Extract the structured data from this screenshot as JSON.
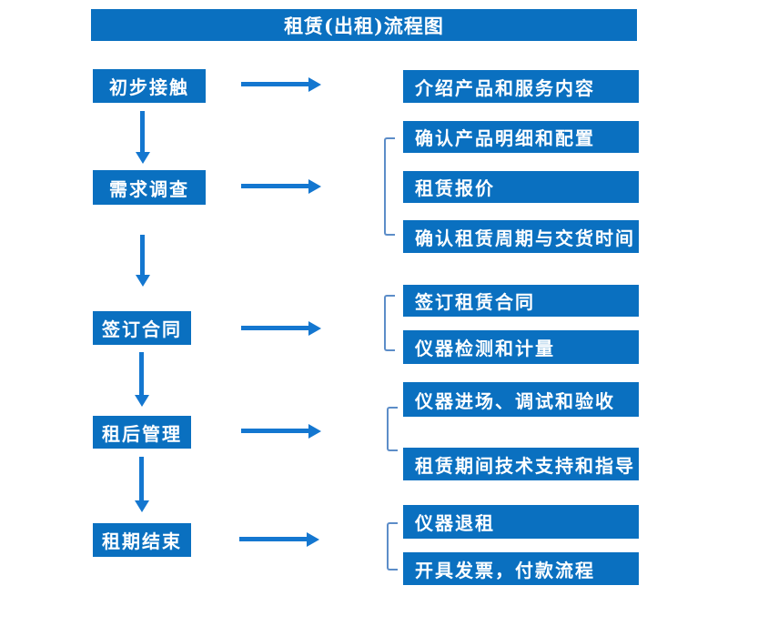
{
  "title": "租赁(出租)流程图",
  "colors": {
    "background": "#ffffff",
    "box_fill": "#0a70c0",
    "arrow": "#1477d0",
    "bracket": "#5c8dc8",
    "text": "#ffffff"
  },
  "flow": [
    {
      "stage": "初步接触",
      "outputs": [
        "介绍产品和服务内容"
      ]
    },
    {
      "stage": "需求调查",
      "outputs": [
        "确认产品明细和配置",
        "租赁报价",
        "确认租赁周期与交货时间"
      ]
    },
    {
      "stage": "签订合同",
      "outputs": [
        "签订租赁合同",
        "仪器检测和计量"
      ]
    },
    {
      "stage": "租后管理",
      "outputs": [
        "仪器进场、调试和验收",
        "租赁期间技术支持和指导"
      ]
    },
    {
      "stage": "租期结束",
      "outputs": [
        "仪器退租",
        "开具发票，付款流程"
      ]
    }
  ]
}
